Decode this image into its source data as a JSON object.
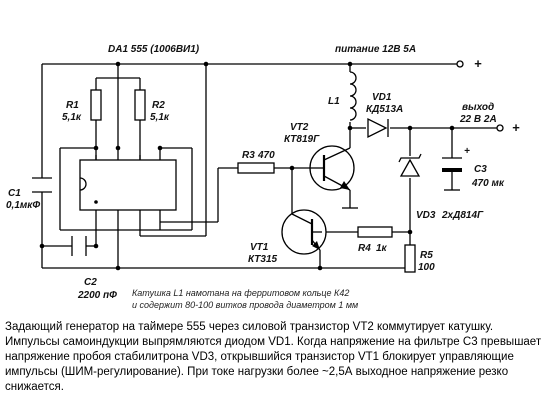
{
  "schematic": {
    "ic": "DA1  555 (1006ВИ1)",
    "power": "питание 12В 5А",
    "plus_top": "+",
    "output": {
      "line1": "выход",
      "line2": "22 В 2А",
      "plus": "+"
    },
    "r1": {
      "ref": "R1",
      "value": "5,1к"
    },
    "r2": {
      "ref": "R2",
      "value": "5,1к"
    },
    "r3": {
      "ref": "R3",
      "value": "470"
    },
    "r4": {
      "ref": "R4",
      "value": "1к"
    },
    "r5": {
      "ref": "R5",
      "value": "100"
    },
    "c1": {
      "ref": "C1",
      "value": "0,1мкФ"
    },
    "c2": {
      "ref": "C2",
      "value": "2200 пФ"
    },
    "c3": {
      "ref": "C3",
      "value": "470 мк"
    },
    "c3_plus": "+",
    "l1": {
      "ref": "L1"
    },
    "vd1": {
      "ref": "VD1",
      "value": "КД513А"
    },
    "vd3": {
      "ref": "VD3",
      "value": "2хД814Г"
    },
    "vt1": {
      "ref": "VT1",
      "value": "КТ315"
    },
    "vt2": {
      "ref": "VT2",
      "value": "КТ819Г"
    },
    "note": {
      "line1": "Катушка L1 намотана на ферритовом кольце К42",
      "line2": "и содержит 80-100 витков провода диаметром 1 мм"
    }
  },
  "description": "Задающий генератор на таймере 555 через силовой транзистор VT2 коммутирует катушку. Импульсы самоиндукции выпрямляются диодом VD1. Когда напряжение на фильтре С3 превышает напряжение пробоя стабилитрона VD3, открывшийся транзистор VT1 блокирует управляющие импульсы (ШИМ-регулирование). При токе нагрузки более ~2,5А выходное напряжение резко снижается."
}
